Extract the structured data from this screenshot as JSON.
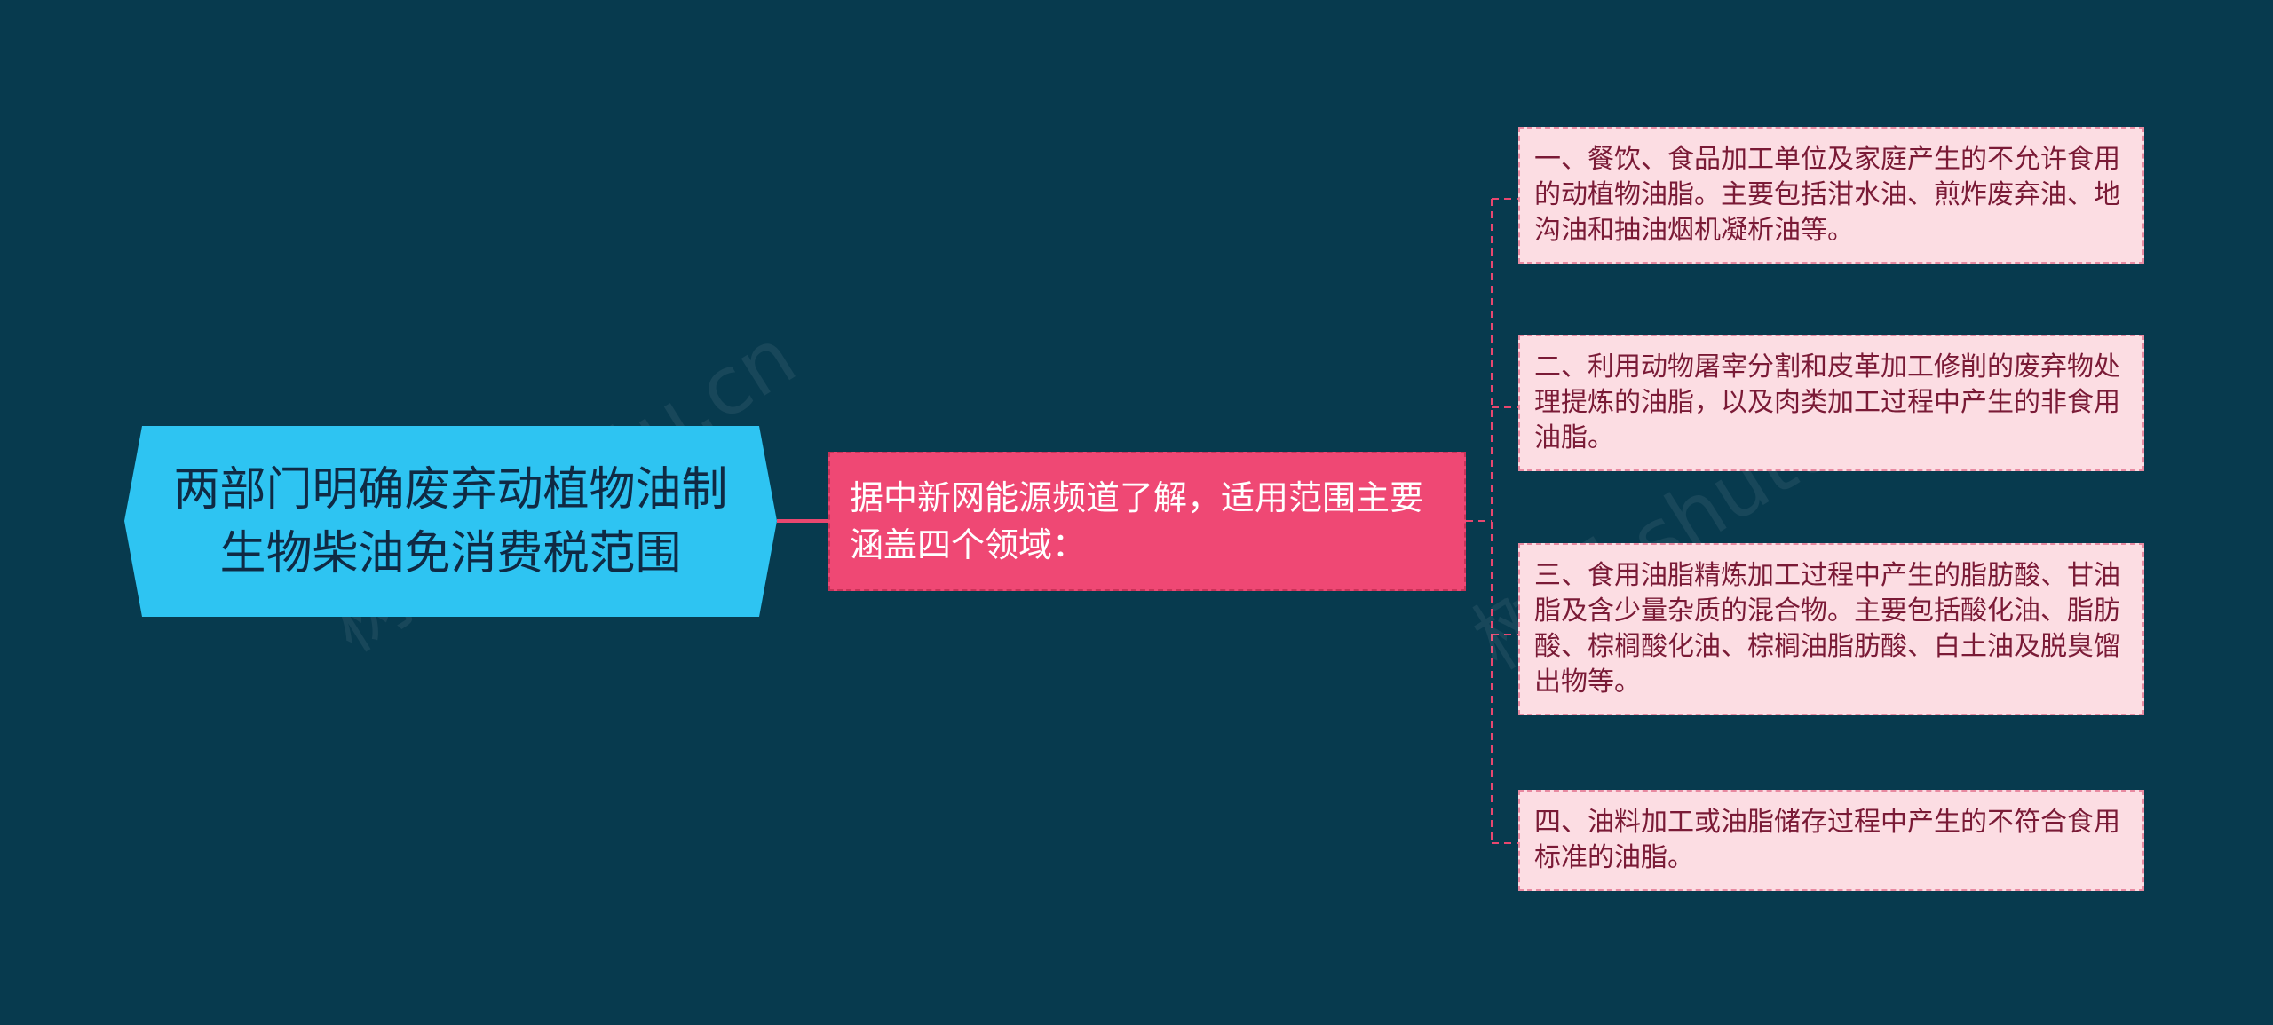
{
  "colors": {
    "background": "#073a4e",
    "root_fill": "#2ec4f2",
    "mid_fill": "#ef4874",
    "leaf_fill": "#fcdde3",
    "connector": "#e8476f"
  },
  "root": {
    "text": "两部门明确废弃动植物油制生物柴油免消费税范围"
  },
  "mid": {
    "text": "据中新网能源频道了解，适用范围主要涵盖四个领域："
  },
  "leaves": [
    {
      "text": "一、餐饮、食品加工单位及家庭产生的不允许食用的动植物油脂。主要包括泔水油、煎炸废弃油、地沟油和抽油烟机凝析油等。"
    },
    {
      "text": "二、利用动物屠宰分割和皮革加工修削的废弃物处理提炼的油脂，以及肉类加工过程中产生的非食用油脂。"
    },
    {
      "text": "三、食用油脂精炼加工过程中产生的脂肪酸、甘油脂及含少量杂质的混合物。主要包括酸化油、脂肪酸、棕榈酸化油、棕榈油脂肪酸、白土油及脱臭馏出物等。"
    },
    {
      "text": "四、油料加工或油脂储存过程中产生的不符合食用标准的油脂。"
    }
  ],
  "watermarks": [
    "树图 shutu.cn",
    "树图 shutu.cn"
  ]
}
